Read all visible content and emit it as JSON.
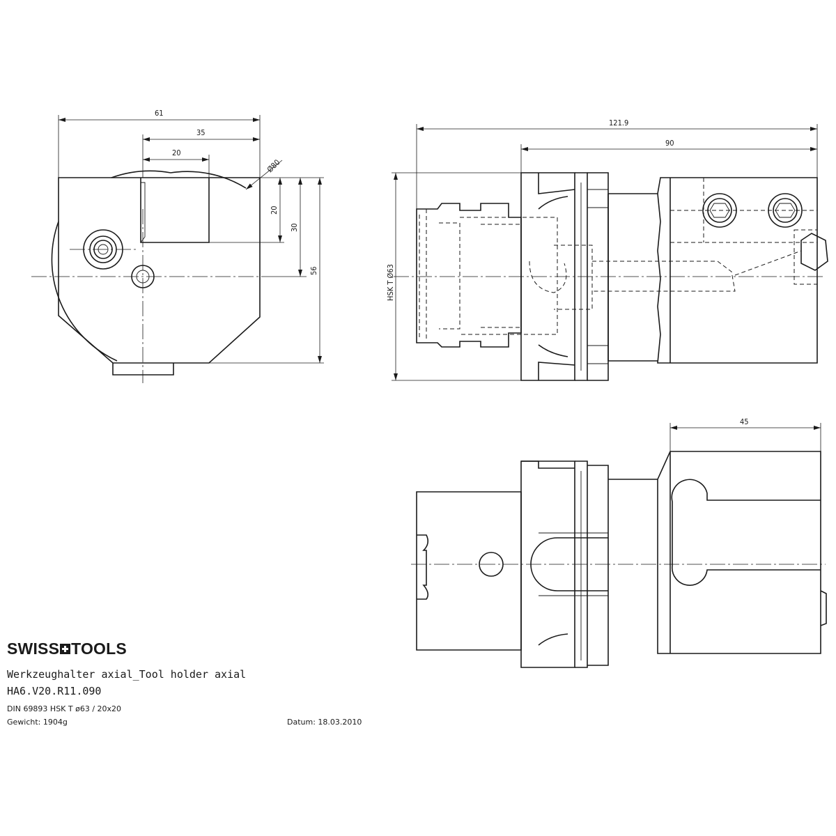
{
  "brand": {
    "name_part1": "SWISS",
    "name_part2": "TOOLS"
  },
  "title": {
    "description": "Werkzeughalter axial_Tool holder axial",
    "part_number": "HA6.V20.R11.090",
    "standard": "DIN 69893 HSK  T  ø63   /  20x20",
    "weight_label": "Gewicht: 1904g",
    "date_label": "Datum:  18.03.2010"
  },
  "dimensions": {
    "front_width_61": "61",
    "front_width_35": "35",
    "front_width_20": "20",
    "front_diameter": "Ø80",
    "front_height_20": "20",
    "front_height_30": "30",
    "front_height_56": "56",
    "side_length_121": "121.9",
    "side_length_90": "90",
    "side_hsk": "HSK  T  Ø63",
    "top_width_45": "45"
  }
}
